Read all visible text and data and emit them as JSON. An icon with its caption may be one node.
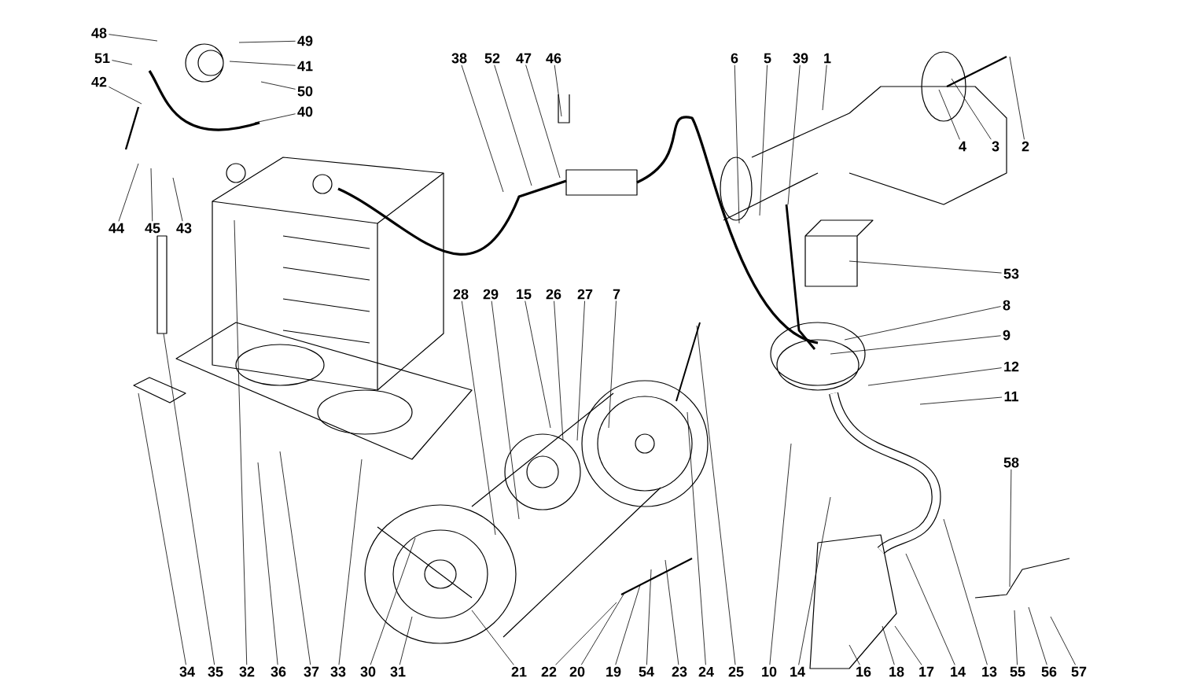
{
  "diagram": {
    "nodes": [
      {
        "text": [
          "48"
        ]
      },
      {
        "text": [
          "49"
        ]
      },
      {
        "text": [
          "51"
        ]
      },
      {
        "text": [
          "41"
        ]
      },
      {
        "text": [
          "50"
        ]
      },
      {
        "text": [
          "42"
        ]
      },
      {
        "text": [
          "40"
        ]
      },
      {
        "text": [
          "44"
        ]
      },
      {
        "text": [
          "45"
        ]
      },
      {
        "text": [
          "43"
        ]
      },
      {
        "text": [
          "38"
        ]
      },
      {
        "text": [
          "52"
        ]
      },
      {
        "text": [
          "47"
        ]
      },
      {
        "text": [
          "46"
        ]
      },
      {
        "text": [
          "6"
        ]
      },
      {
        "text": [
          "5"
        ]
      },
      {
        "text": [
          "39"
        ]
      },
      {
        "text": [
          "1"
        ]
      },
      {
        "text": [
          "4"
        ]
      },
      {
        "text": [
          "3"
        ]
      },
      {
        "text": [
          "2"
        ]
      },
      {
        "text": [
          "53"
        ]
      },
      {
        "text": [
          "8"
        ]
      },
      {
        "text": [
          "9"
        ]
      },
      {
        "text": [
          "12"
        ]
      },
      {
        "text": [
          "11"
        ]
      },
      {
        "text": [
          "28"
        ]
      },
      {
        "text": [
          "29"
        ]
      },
      {
        "text": [
          "15"
        ]
      },
      {
        "text": [
          "26"
        ]
      },
      {
        "text": [
          "27"
        ]
      },
      {
        "text": [
          "7"
        ]
      },
      {
        "text": [
          "58"
        ]
      },
      {
        "text": [
          "34"
        ]
      },
      {
        "text": [
          "35"
        ]
      },
      {
        "text": [
          "32"
        ]
      },
      {
        "text": [
          "36"
        ]
      },
      {
        "text": [
          "37"
        ]
      },
      {
        "text": [
          "33"
        ]
      },
      {
        "text": [
          "30"
        ]
      },
      {
        "text": [
          "31"
        ]
      },
      {
        "text": [
          "21"
        ]
      },
      {
        "text": [
          "22"
        ]
      },
      {
        "text": [
          "20"
        ]
      },
      {
        "text": [
          "19"
        ]
      },
      {
        "text": [
          "54"
        ]
      },
      {
        "text": [
          "23"
        ]
      },
      {
        "text": [
          "24"
        ]
      },
      {
        "text": [
          "25"
        ]
      },
      {
        "text": [
          "10"
        ]
      },
      {
        "text": [
          "14"
        ]
      },
      {
        "text": [
          "16"
        ]
      },
      {
        "text": [
          "18"
        ]
      },
      {
        "text": [
          "17"
        ]
      },
      {
        "text": [
          "14"
        ]
      },
      {
        "text": [
          "13"
        ]
      },
      {
        "text": [
          "55"
        ]
      },
      {
        "text": [
          "56"
        ]
      },
      {
        "text": [
          "57"
        ]
      }
    ],
    "edges": [
      {
        "from": 0,
        "to": null,
        "arrow": "none"
      },
      {
        "from": 1,
        "to": null,
        "arrow": "none"
      },
      {
        "from": 2,
        "to": null,
        "arrow": "none"
      },
      {
        "from": 3,
        "to": null,
        "arrow": "none"
      },
      {
        "from": 4,
        "to": null,
        "arrow": "none"
      },
      {
        "from": 5,
        "to": null,
        "arrow": "none"
      },
      {
        "from": 6,
        "to": null,
        "arrow": "none"
      },
      {
        "from": 7,
        "to": null,
        "arrow": "none"
      },
      {
        "from": 8,
        "to": null,
        "arrow": "none"
      },
      {
        "from": 9,
        "to": null,
        "arrow": "none"
      },
      {
        "from": 10,
        "to": null,
        "arrow": "none"
      },
      {
        "from": 11,
        "to": null,
        "arrow": "none"
      },
      {
        "from": 12,
        "to": null,
        "arrow": "none"
      },
      {
        "from": 13,
        "to": null,
        "arrow": "none"
      },
      {
        "from": 14,
        "to": null,
        "arrow": "none"
      },
      {
        "from": 15,
        "to": null,
        "arrow": "none"
      },
      {
        "from": 16,
        "to": null,
        "arrow": "none"
      },
      {
        "from": 17,
        "to": null,
        "arrow": "none"
      },
      {
        "from": 18,
        "to": null,
        "arrow": "none"
      },
      {
        "from": 19,
        "to": null,
        "arrow": "none"
      },
      {
        "from": 20,
        "to": null,
        "arrow": "none"
      },
      {
        "from": 21,
        "to": null,
        "arrow": "none"
      },
      {
        "from": 22,
        "to": null,
        "arrow": "none"
      },
      {
        "from": 23,
        "to": null,
        "arrow": "none"
      },
      {
        "from": 24,
        "to": null,
        "arrow": "none"
      },
      {
        "from": 25,
        "to": null,
        "arrow": "none"
      },
      {
        "from": 26,
        "to": null,
        "arrow": "none"
      },
      {
        "from": 27,
        "to": null,
        "arrow": "none"
      },
      {
        "from": 28,
        "to": null,
        "arrow": "none"
      },
      {
        "from": 29,
        "to": null,
        "arrow": "none"
      },
      {
        "from": 30,
        "to": null,
        "arrow": "none"
      },
      {
        "from": 31,
        "to": null,
        "arrow": "none"
      },
      {
        "from": 32,
        "to": null,
        "arrow": "none"
      },
      {
        "from": 33,
        "to": null,
        "arrow": "none"
      },
      {
        "from": 34,
        "to": null,
        "arrow": "none"
      },
      {
        "from": 35,
        "to": null,
        "arrow": "none"
      },
      {
        "from": 36,
        "to": null,
        "arrow": "none"
      },
      {
        "from": 37,
        "to": null,
        "arrow": "none"
      },
      {
        "from": 38,
        "to": null,
        "arrow": "none"
      },
      {
        "from": 39,
        "to": null,
        "arrow": "none"
      },
      {
        "from": 40,
        "to": null,
        "arrow": "none"
      },
      {
        "from": 41,
        "to": null,
        "arrow": "none"
      },
      {
        "from": 42,
        "to": null,
        "arrow": "none"
      },
      {
        "from": 43,
        "to": null,
        "arrow": "none"
      },
      {
        "from": 44,
        "to": null,
        "arrow": "none"
      },
      {
        "from": 45,
        "to": null,
        "arrow": "none"
      },
      {
        "from": 46,
        "to": null,
        "arrow": "none"
      },
      {
        "from": 47,
        "to": null,
        "arrow": "none"
      },
      {
        "from": 48,
        "to": null,
        "arrow": "none"
      },
      {
        "from": 49,
        "to": null,
        "arrow": "none"
      },
      {
        "from": 50,
        "to": null,
        "arrow": "none"
      },
      {
        "from": 51,
        "to": null,
        "arrow": "none"
      },
      {
        "from": 52,
        "to": null,
        "arrow": "none"
      },
      {
        "from": 53,
        "to": null,
        "arrow": "none"
      },
      {
        "from": 54,
        "to": null,
        "arrow": "none"
      },
      {
        "from": 55,
        "to": null,
        "arrow": "none"
      },
      {
        "from": 56,
        "to": null,
        "arrow": "none"
      },
      {
        "from": 57,
        "to": null,
        "arrow": "none"
      },
      {
        "from": 58,
        "to": null,
        "arrow": "none"
      }
    ]
  }
}
